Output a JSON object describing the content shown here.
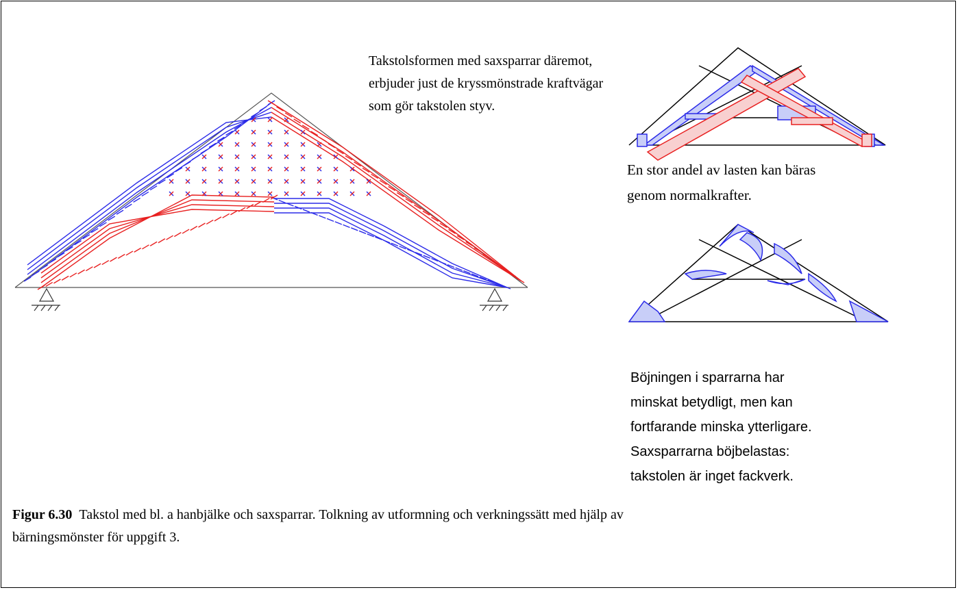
{
  "intro_text": [
    "Takstolsformen med saxsparrar däremot,",
    "erbjuder just de kryssmönstrade kraftvägar",
    "som gör takstolen styv."
  ],
  "normal_text": [
    "En stor andel av lasten kan bäras",
    "genom normalkrafter."
  ],
  "bending_text": [
    "Böjningen i sparrarna har",
    "minskat betydligt, men kan",
    "fortfarande minska ytterligare.",
    "Saxsparrarna böjbelastas:",
    "takstolen  är inget fackverk."
  ],
  "caption": {
    "label": "Figur 6.30",
    "line1": "Takstol med bl. a hanbjälke och saxsparrar. Tolkning av utformning och verkningssätt med hjälp av",
    "line2": "bärningsmönster för uppgift 3."
  },
  "colors": {
    "compression": "#2a2ae8",
    "tension": "#e82020",
    "outline": "#000000"
  }
}
